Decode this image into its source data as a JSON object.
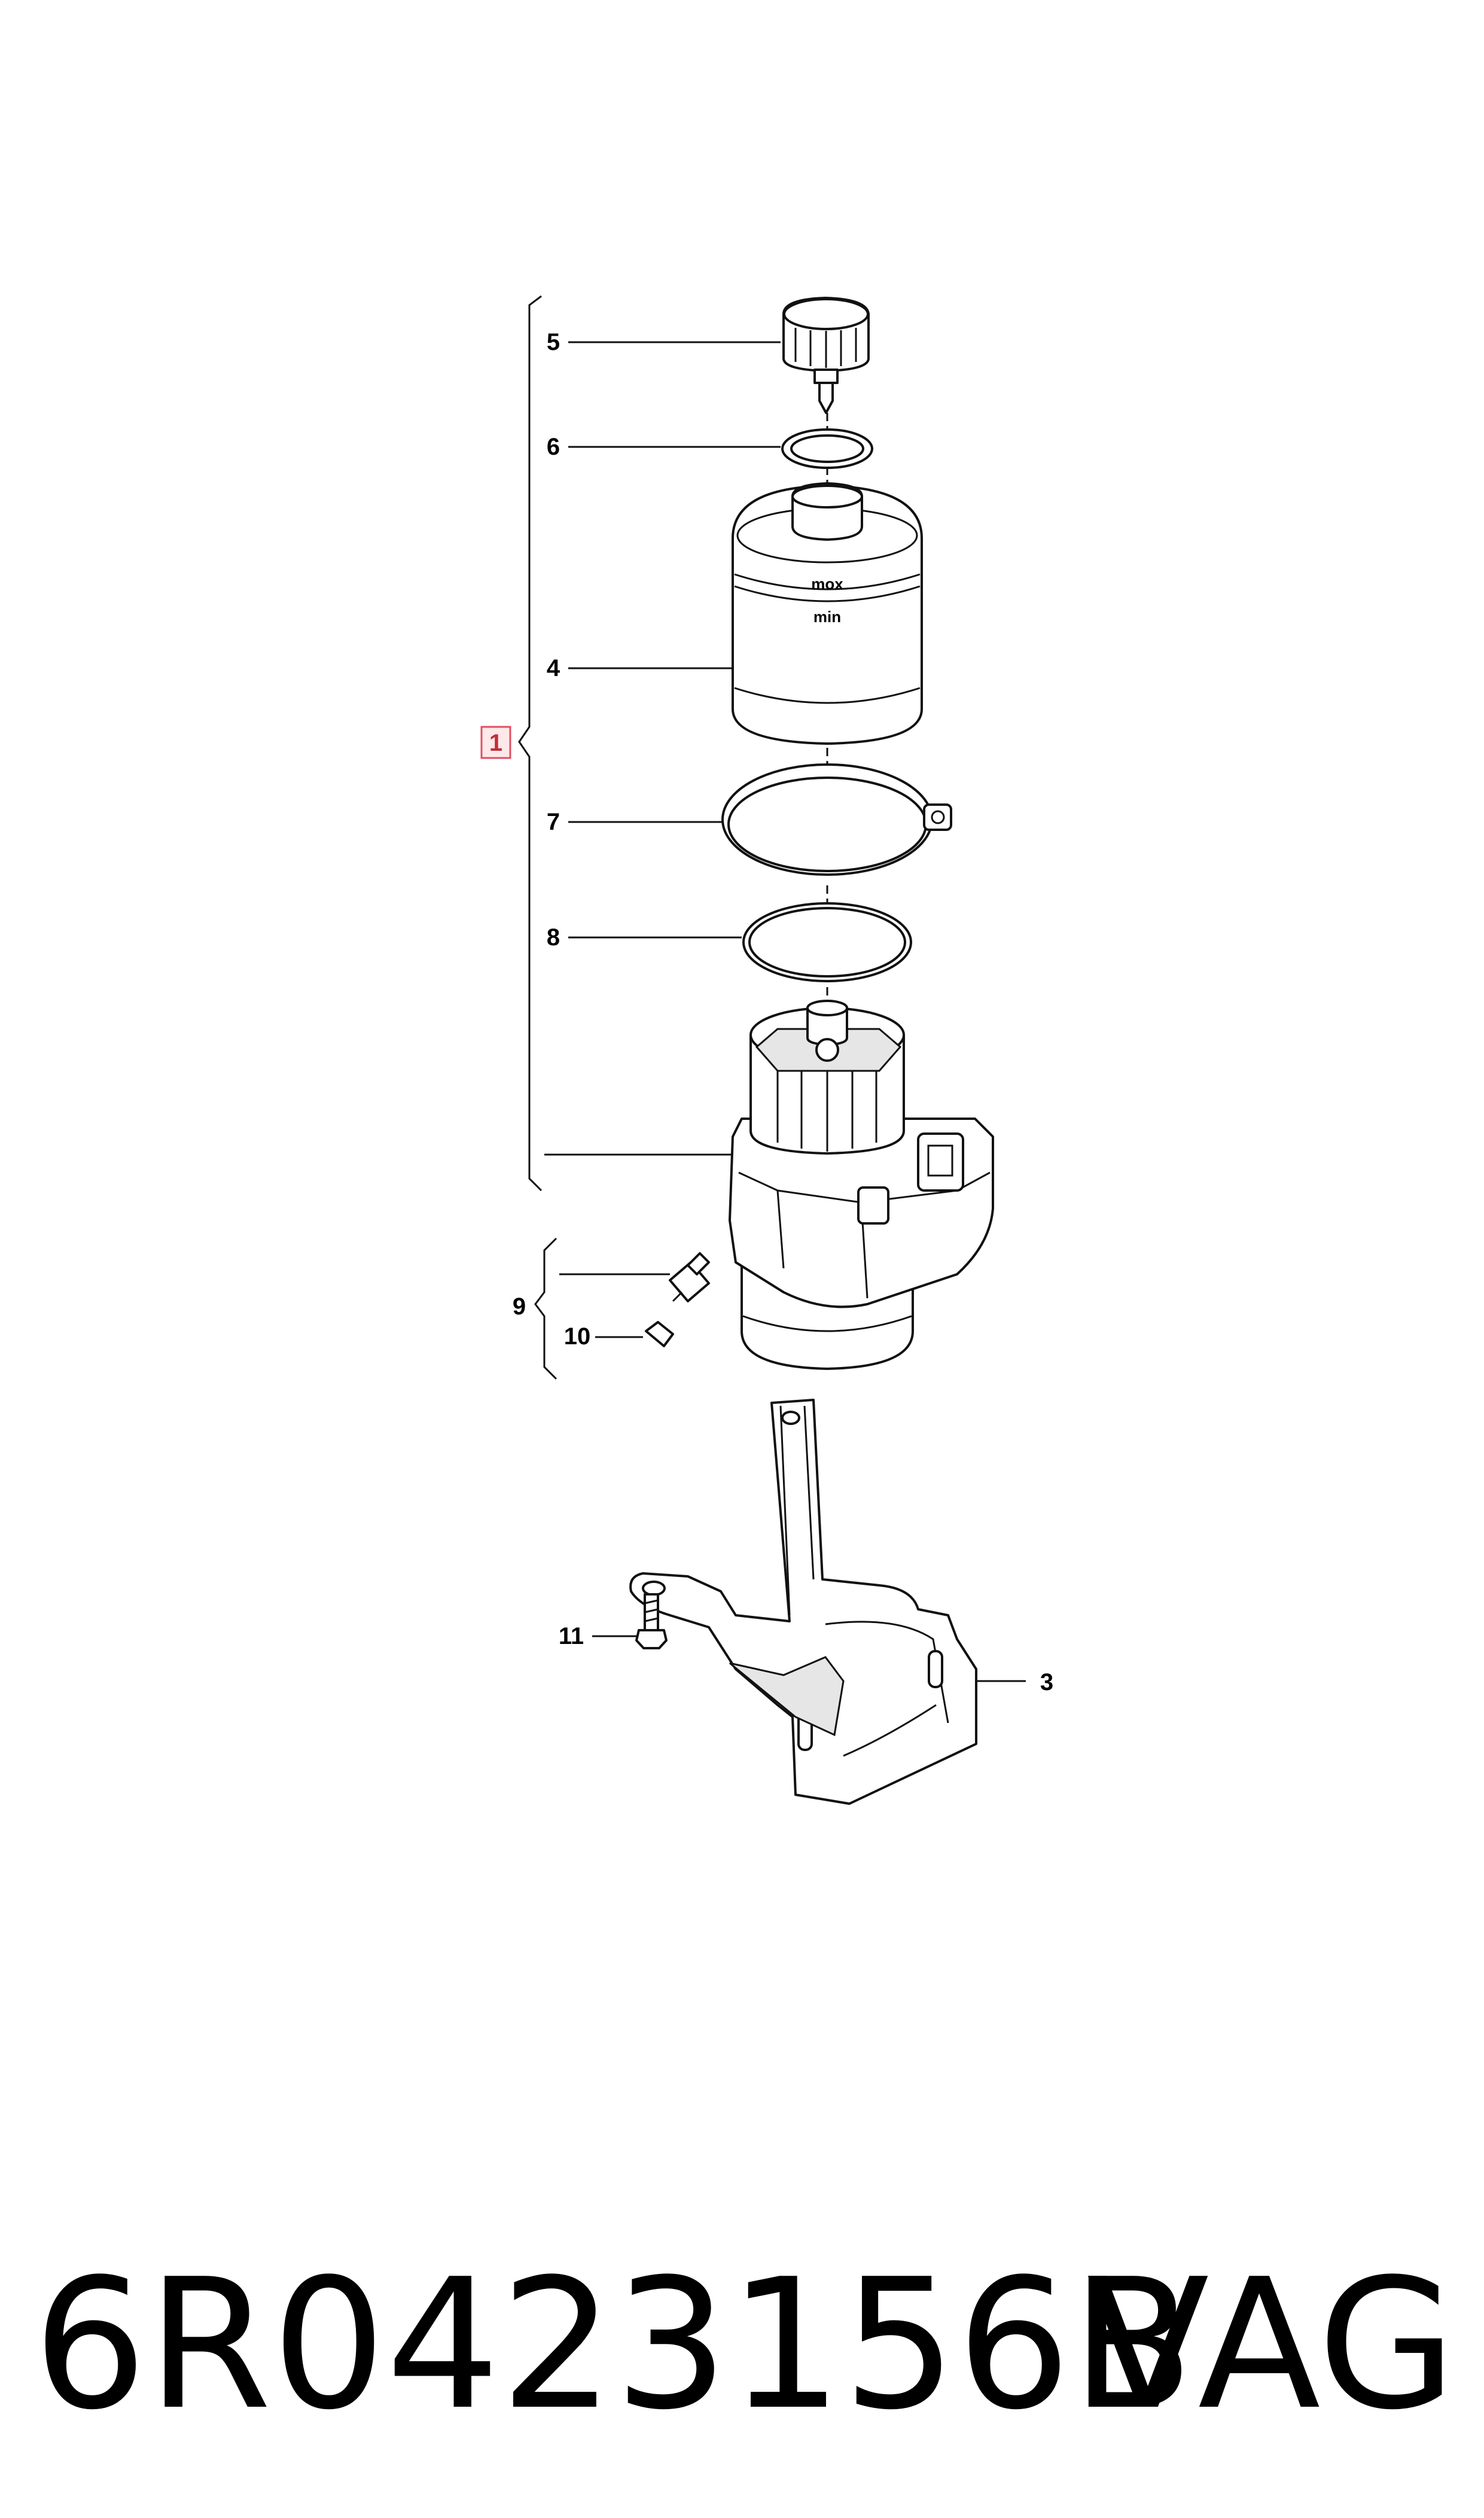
{
  "callouts": {
    "c1": "1",
    "c3": "3",
    "c4": "4",
    "c5": "5",
    "c6": "6",
    "c7": "7",
    "c8": "8",
    "c9": "9",
    "c10": "10",
    "c11": "11"
  },
  "reservoir_marks": {
    "max": "mox",
    "min": "min"
  },
  "footer": {
    "part_number": "6R0423156B",
    "brand": "VAG"
  },
  "colors": {
    "line": "#111111",
    "highlight_box": "#e05060",
    "background": "#ffffff"
  }
}
